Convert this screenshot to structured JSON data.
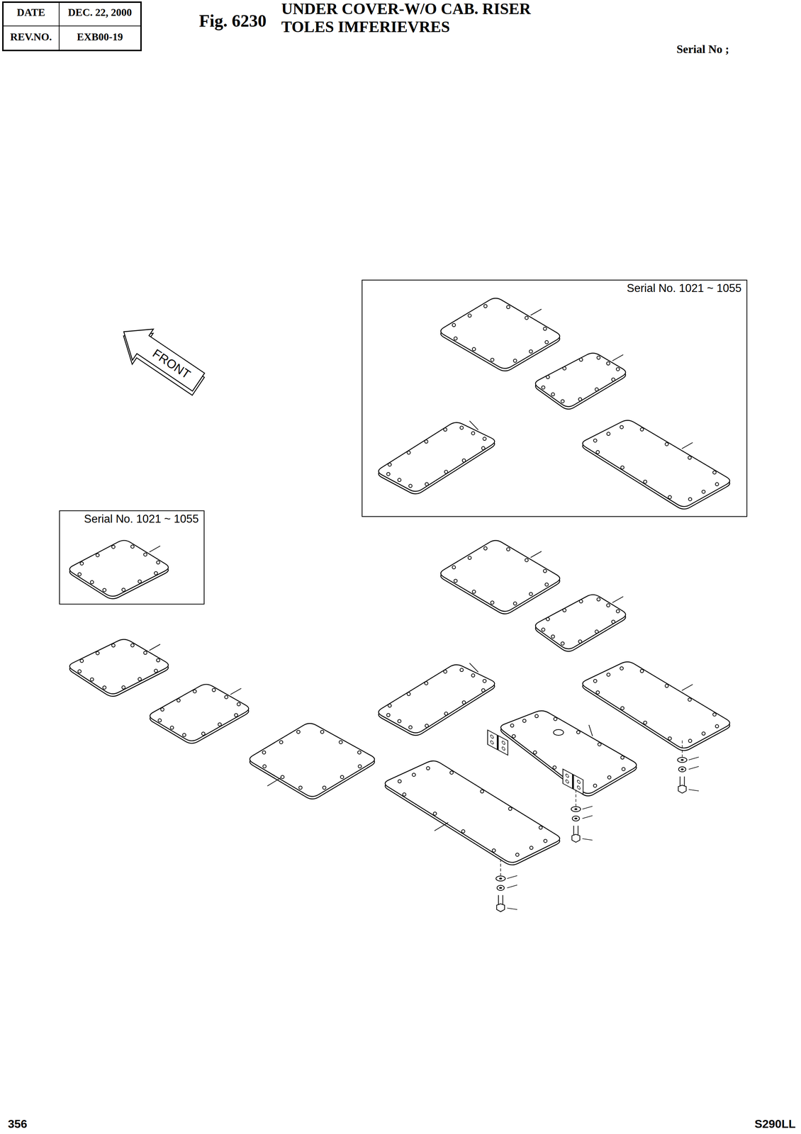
{
  "diagram": {
    "title": "UNDER COVER-W/O CAB. RISER TOLES IMFERIEVRES",
    "nodes": [
      {
        "text": [
          "Serial No. 1021 ~ 1055"
        ]
      },
      {
        "text": [
          "Serial No. 1021 ~ 1055"
        ]
      }
    ],
    "labels": [
      "Fig. 6230",
      "DATE",
      "DEC. 22, 2000",
      "REV.NO.",
      "EXB00-19",
      "Serial No ;",
      "FRONT",
      "356",
      "S290LL"
    ]
  }
}
